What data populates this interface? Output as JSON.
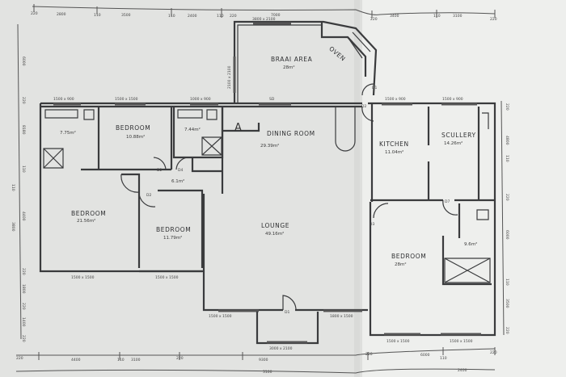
{
  "rooms": [
    {
      "name": "BRAAI AREA",
      "area": "28m²"
    },
    {
      "name": "",
      "area": "7.75m²"
    },
    {
      "name": "BEDROOM",
      "area": "10.88m²"
    },
    {
      "name": "",
      "area": "7.44m²"
    },
    {
      "name": "DINING ROOM",
      "area": "29.39m²"
    },
    {
      "name": "",
      "area": "6.1m²"
    },
    {
      "name": "BEDROOM",
      "area": "21.56m²"
    },
    {
      "name": "BEDROOM",
      "area": "11.79m²"
    },
    {
      "name": "LOUNGE",
      "area": "49.16m²"
    },
    {
      "name": "KITCHEN",
      "area": "11.04m²"
    },
    {
      "name": "SCULLERY",
      "area": "14.26m²"
    },
    {
      "name": "BEDROOM",
      "area": "28m²"
    },
    {
      "name": "",
      "area": "9.6m²"
    }
  ],
  "oven_label": "OVEN",
  "section_marker": "A",
  "doors": [
    "D1",
    "D2",
    "D2",
    "D4",
    "D2",
    "D1",
    "D2",
    "D3",
    "D7",
    "D1"
  ],
  "windows": [
    "1500 x 900",
    "1500 x 1500",
    "1000 x 900",
    "3800 x 2100",
    "2100 x 2100",
    "SD",
    "1500 x 900",
    "1500 x 900",
    "1500 x 1500",
    "1500 x 1500",
    "1500 x 1500",
    "1800 x 1500",
    "1500 x 1500",
    "1500 x 1500",
    "3000 x 2100"
  ],
  "dimensions": {
    "top": [
      "220",
      "2800",
      "110",
      "3500",
      "110",
      "2400",
      "110",
      "220",
      "7000",
      "220",
      "3400",
      "110",
      "3100",
      "220"
    ],
    "bottom": [
      "220",
      "4400",
      "110",
      "3100",
      "220",
      "9300",
      "3100",
      "220",
      "6000",
      "110",
      "2400",
      "220"
    ],
    "left": [
      "6000",
      "220",
      "8180",
      "110",
      "110",
      "4400",
      "3800",
      "220",
      "1800",
      "220",
      "1400",
      "220"
    ],
    "right": [
      "220",
      "4800",
      "110",
      "220",
      "6000",
      "110",
      "3500",
      "220"
    ]
  }
}
